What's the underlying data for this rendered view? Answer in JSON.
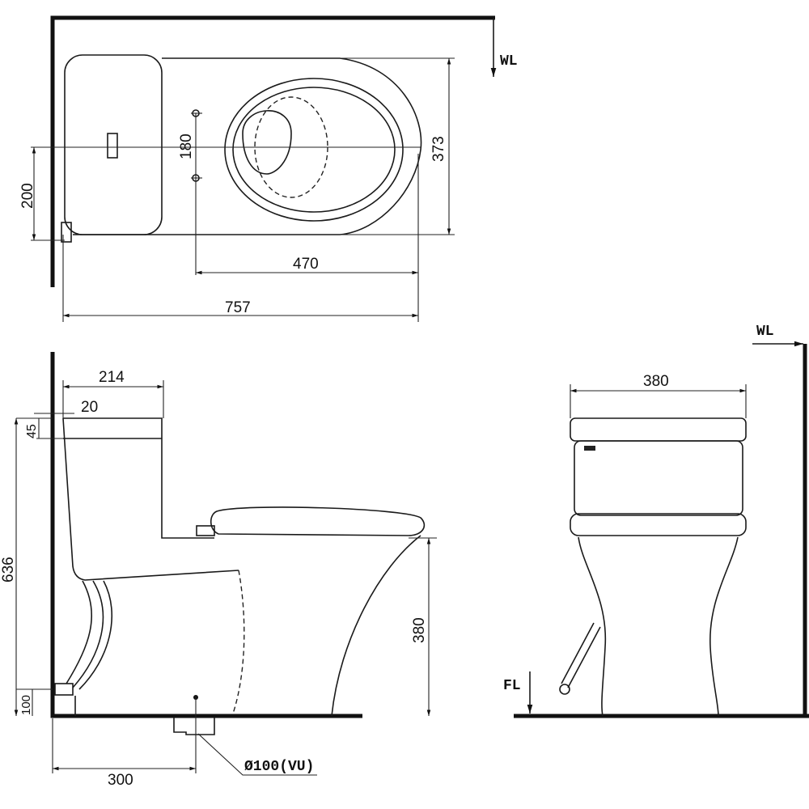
{
  "top_view": {
    "wall_label": "WL",
    "dim_width": "373",
    "dim_bolt_spacing": "180",
    "dim_inlet_offset": "200",
    "dim_bolt_to_front": "470",
    "dim_length": "757"
  },
  "side_view": {
    "dim_tank_depth": "214",
    "dim_lid_offset": "20",
    "dim_lid_thickness": "45",
    "dim_height": "636",
    "dim_seat_height": "380",
    "dim_inlet_height": "100",
    "dim_drain_offset": "300",
    "drain_label": "Ø100(VU)"
  },
  "front_view": {
    "wall_label": "WL",
    "dim_width": "380",
    "floor_label": "FL"
  }
}
